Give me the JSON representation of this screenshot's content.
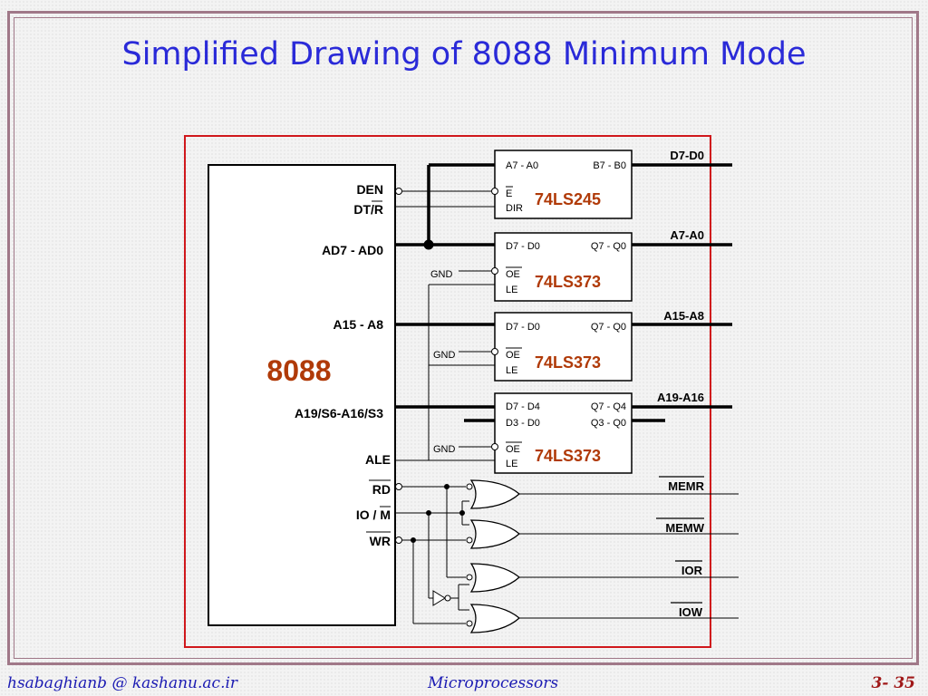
{
  "title": "Simplified Drawing of 8088 Minimum Mode",
  "footer": {
    "left": "hsabaghianb @ kashanu.ac.ir",
    "center": "Microprocessors",
    "right": "3- 35"
  },
  "cpu": {
    "name": "8088",
    "pins": {
      "den": "DEN",
      "dtr": "DT/R",
      "ad": "AD7 - AD0",
      "a15": "A15 - A8",
      "a19": "A19/S6-A16/S3",
      "ale": "ALE",
      "rd": "RD",
      "iom": "IO / M",
      "wr": "WR"
    }
  },
  "chips": {
    "c245": {
      "name": "74LS245",
      "left": "A7 - A0",
      "right": "B7 - B0",
      "e": "E",
      "dir": "DIR"
    },
    "c373a": {
      "name": "74LS373",
      "left": "D7 - D0",
      "right": "Q7 - Q0",
      "oe": "OE",
      "le": "LE"
    },
    "c373b": {
      "name": "74LS373",
      "left": "D7 - D0",
      "right": "Q7 - Q0",
      "oe": "OE",
      "le": "LE"
    },
    "c373c": {
      "name": "74LS373",
      "left1": "D7 - D4",
      "left2": "D3 - D0",
      "right1": "Q7 - Q4",
      "right2": "Q3 - Q0",
      "oe": "OE",
      "le": "LE"
    }
  },
  "gnd": "GND",
  "buses": {
    "d": "D7-D0",
    "a7": "A7-A0",
    "a15": "A15-A8",
    "a19": "A19-A16"
  },
  "outputs": {
    "memr": "MEMR",
    "memw": "MEMW",
    "ior": "IOR",
    "iow": "IOW"
  }
}
